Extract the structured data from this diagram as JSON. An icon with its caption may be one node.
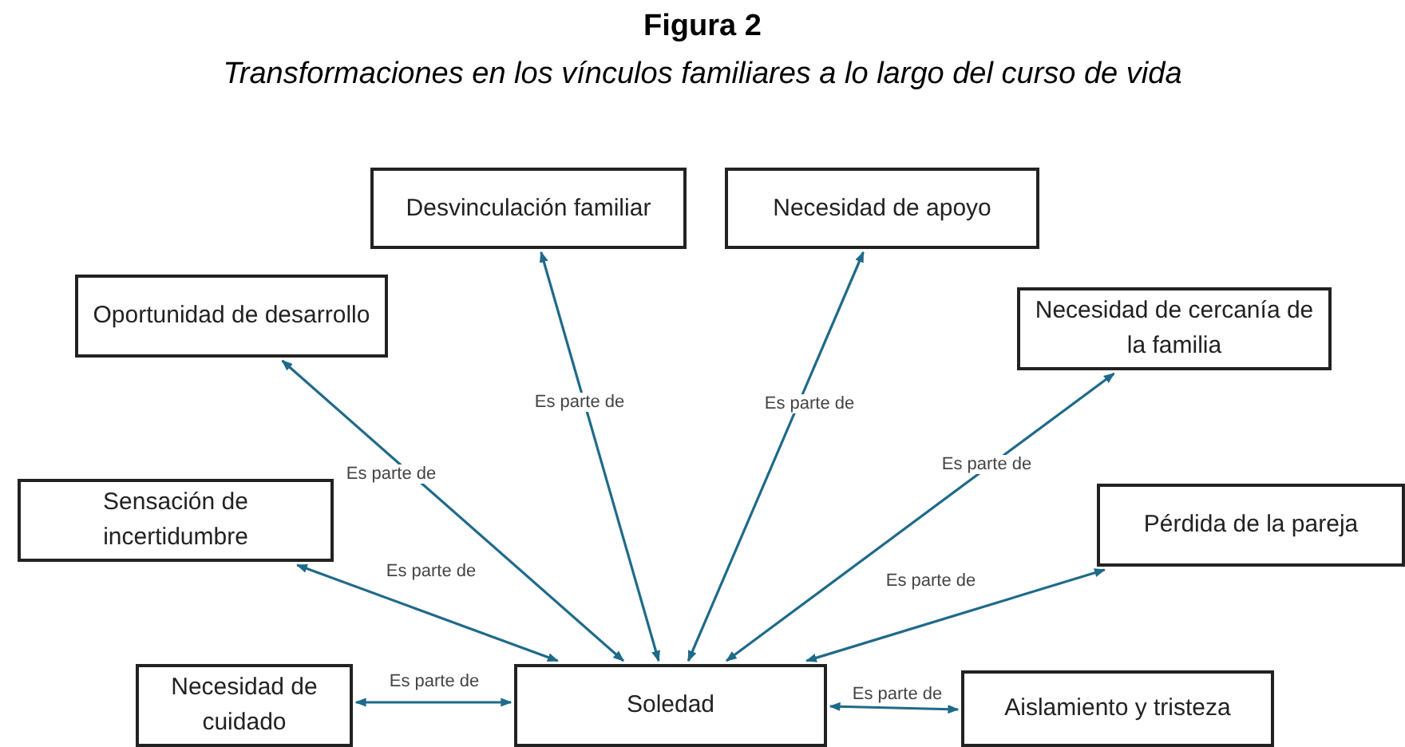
{
  "diagram": {
    "title": "Figura 2",
    "caption": "Transformaciones en los vínculos familiares a lo largo del curso de vida",
    "nodes": [
      {
        "text": [
          "Desvinculación familiar"
        ]
      },
      {
        "text": [
          "Necesidad de apoyo"
        ]
      },
      {
        "text": [
          "Oportunidad de desarrollo"
        ]
      },
      {
        "text": [
          "Necesidad de cercanía de la familia"
        ]
      },
      {
        "text": [
          "Sensación de incertidumbre"
        ]
      },
      {
        "text": [
          "Pérdida de la pareja"
        ]
      },
      {
        "text": [
          "Necesidad de cuidado"
        ]
      },
      {
        "text": [
          "Soledad"
        ]
      },
      {
        "text": [
          "Aislamiento y tristeza"
        ]
      }
    ],
    "edges": [
      {
        "from": 7,
        "to": 0,
        "arrow": "both",
        "label": "Es parte de"
      },
      {
        "from": 7,
        "to": 1,
        "arrow": "both",
        "label": "Es parte de"
      },
      {
        "from": 7,
        "to": 2,
        "arrow": "both",
        "label": "Es parte de"
      },
      {
        "from": 7,
        "to": 3,
        "arrow": "both",
        "label": "Es parte de"
      },
      {
        "from": 7,
        "to": 4,
        "arrow": "both",
        "label": "Es parte de"
      },
      {
        "from": 7,
        "to": 5,
        "arrow": "both",
        "label": "Es parte de"
      },
      {
        "from": 7,
        "to": 6,
        "arrow": "both",
        "label": "Es parte de"
      },
      {
        "from": 7,
        "to": 8,
        "arrow": "both",
        "label": "Es parte de"
      }
    ]
  }
}
